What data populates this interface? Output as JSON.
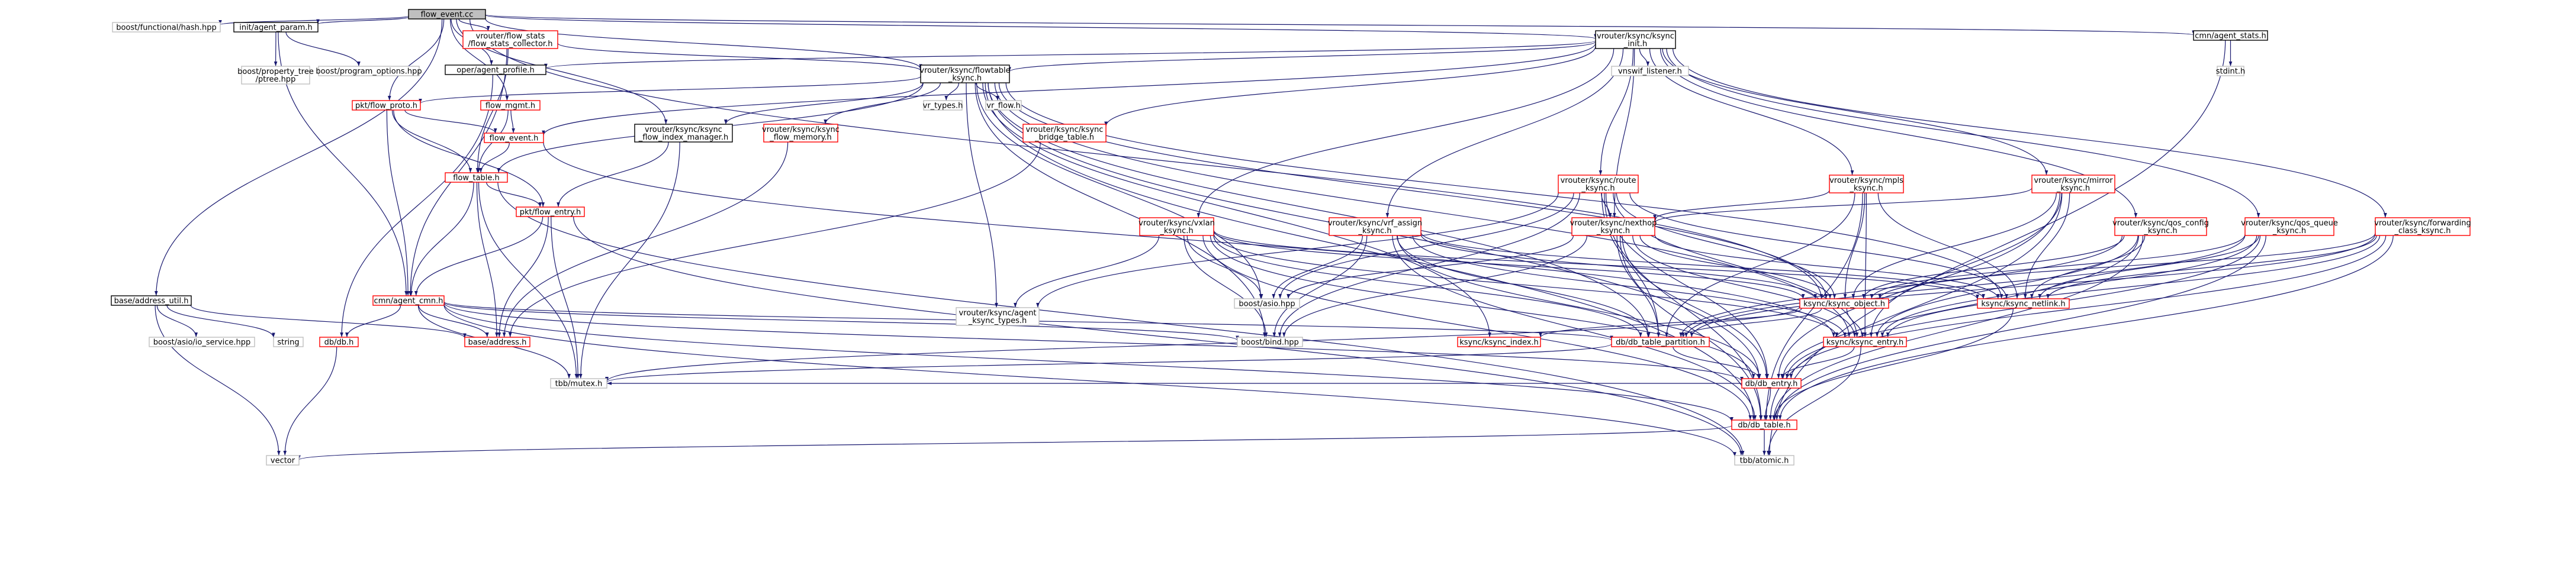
{
  "colors": {
    "root_fill": "#bfbfbf",
    "root_border": "#000000",
    "documented_border": "#000000",
    "missing_border": "#ff0000",
    "external_border": "#bfbfbf",
    "edge": "#191970",
    "background": "#ffffff"
  },
  "nodes": [
    {
      "id": "root",
      "lines": [
        "flow_event.cc"
      ],
      "kind": "root"
    },
    {
      "id": "functional_hash",
      "lines": [
        "boost/functional/hash.hpp"
      ],
      "kind": "external"
    },
    {
      "id": "agent_param",
      "lines": [
        "init/agent_param.h"
      ],
      "kind": "documented"
    },
    {
      "id": "fss_collector",
      "lines": [
        "vrouter/flow_stats",
        "/flow_stats_collector.h"
      ],
      "kind": "missing"
    },
    {
      "id": "agent_profile",
      "lines": [
        "oper/agent_profile.h"
      ],
      "kind": "documented"
    },
    {
      "id": "property_tree",
      "lines": [
        "boost/property_tree",
        "/ptree.hpp"
      ],
      "kind": "external"
    },
    {
      "id": "program_options",
      "lines": [
        "boost/program_options.hpp"
      ],
      "kind": "external"
    },
    {
      "id": "ksync_init",
      "lines": [
        "vrouter/ksync/ksync",
        "_init.h"
      ],
      "kind": "documented"
    },
    {
      "id": "agent_stats",
      "lines": [
        "cmn/agent_stats.h"
      ],
      "kind": "documented"
    },
    {
      "id": "stdint",
      "lines": [
        "stdint.h"
      ],
      "kind": "external"
    },
    {
      "id": "flowtable_ksync",
      "lines": [
        "vrouter/ksync/flowtable",
        "_ksync.h"
      ],
      "kind": "documented"
    },
    {
      "id": "vnsw_listener",
      "lines": [
        "vnswif_listener.h"
      ],
      "kind": "external"
    },
    {
      "id": "pkt_flow_proto",
      "lines": [
        "pkt/flow_proto.h"
      ],
      "kind": "missing"
    },
    {
      "id": "flow_mgmt",
      "lines": [
        "flow_mgmt.h"
      ],
      "kind": "missing"
    },
    {
      "id": "flow_index_manager",
      "lines": [
        "vrouter/ksync/ksync",
        "_flow_index_manager.h"
      ],
      "kind": "documented"
    },
    {
      "id": "flow_memory",
      "lines": [
        "vrouter/ksync/ksync",
        "_flow_memory.h"
      ],
      "kind": "missing"
    },
    {
      "id": "vr_types",
      "lines": [
        "vr_types.h"
      ],
      "kind": "external"
    },
    {
      "id": "vr_flow",
      "lines": [
        "vr_flow.h"
      ],
      "kind": "external"
    },
    {
      "id": "bridge_table",
      "lines": [
        "vrouter/ksync/ksync",
        "_bridge_table.h"
      ],
      "kind": "missing"
    },
    {
      "id": "flow_event_h",
      "lines": [
        "flow_event.h"
      ],
      "kind": "missing"
    },
    {
      "id": "flow_table",
      "lines": [
        "flow_table.h"
      ],
      "kind": "missing"
    },
    {
      "id": "route_ksync",
      "lines": [
        "vrouter/ksync/route",
        "_ksync.h"
      ],
      "kind": "missing"
    },
    {
      "id": "mpls_ksync",
      "lines": [
        "vrouter/ksync/mpls",
        "_ksync.h"
      ],
      "kind": "missing"
    },
    {
      "id": "mirror_ksync",
      "lines": [
        "vrouter/ksync/mirror",
        "_ksync.h"
      ],
      "kind": "missing"
    },
    {
      "id": "pkt_flow_entry",
      "lines": [
        "pkt/flow_entry.h"
      ],
      "kind": "missing"
    },
    {
      "id": "vxlan_ksync",
      "lines": [
        "vrouter/ksync/vxlan",
        "_ksync.h"
      ],
      "kind": "missing"
    },
    {
      "id": "vrf_assign",
      "lines": [
        "vrouter/ksync/vrf_assign",
        "_ksync.h"
      ],
      "kind": "missing"
    },
    {
      "id": "nexthop_ksync",
      "lines": [
        "vrouter/ksync/nexthop",
        "_ksync.h"
      ],
      "kind": "missing"
    },
    {
      "id": "qos_config",
      "lines": [
        "vrouter/ksync/qos_config",
        "_ksync.h"
      ],
      "kind": "missing"
    },
    {
      "id": "qos_queue",
      "lines": [
        "vrouter/ksync/qos_queue",
        "_ksync.h"
      ],
      "kind": "missing"
    },
    {
      "id": "fwd_class",
      "lines": [
        "vrouter/ksync/forwarding",
        "_class_ksync.h"
      ],
      "kind": "missing"
    },
    {
      "id": "address_util",
      "lines": [
        "base/address_util.h"
      ],
      "kind": "documented"
    },
    {
      "id": "agent_cmn",
      "lines": [
        "cmn/agent_cmn.h"
      ],
      "kind": "missing"
    },
    {
      "id": "agent_ksync_types",
      "lines": [
        "vrouter/ksync/agent",
        "_ksync_types.h"
      ],
      "kind": "external"
    },
    {
      "id": "boost_asio",
      "lines": [
        "boost/asio.hpp"
      ],
      "kind": "external"
    },
    {
      "id": "ksync_object",
      "lines": [
        "ksync/ksync_object.h"
      ],
      "kind": "missing"
    },
    {
      "id": "ksync_netlink",
      "lines": [
        "ksync/ksync_netlink.h"
      ],
      "kind": "missing"
    },
    {
      "id": "io_service",
      "lines": [
        "boost/asio/io_service.hpp"
      ],
      "kind": "external"
    },
    {
      "id": "string",
      "lines": [
        "string"
      ],
      "kind": "external"
    },
    {
      "id": "db_h",
      "lines": [
        "db/db.h"
      ],
      "kind": "missing"
    },
    {
      "id": "base_address",
      "lines": [
        "base/address.h"
      ],
      "kind": "missing"
    },
    {
      "id": "boost_bind",
      "lines": [
        "boost/bind.hpp"
      ],
      "kind": "external"
    },
    {
      "id": "ksync_index",
      "lines": [
        "ksync/ksync_index.h"
      ],
      "kind": "missing"
    },
    {
      "id": "db_table_partition",
      "lines": [
        "db/db_table_partition.h"
      ],
      "kind": "missing"
    },
    {
      "id": "ksync_entry",
      "lines": [
        "ksync/ksync_entry.h"
      ],
      "kind": "missing"
    },
    {
      "id": "tbb_mutex",
      "lines": [
        "tbb/mutex.h"
      ],
      "kind": "external"
    },
    {
      "id": "db_entry",
      "lines": [
        "db/db_entry.h"
      ],
      "kind": "missing"
    },
    {
      "id": "db_table",
      "lines": [
        "db/db_table.h"
      ],
      "kind": "missing"
    },
    {
      "id": "vector",
      "lines": [
        "vector"
      ],
      "kind": "external"
    },
    {
      "id": "tbb_atomic",
      "lines": [
        "tbb/atomic.h"
      ],
      "kind": "external"
    }
  ],
  "edges": [
    [
      "root",
      "functional_hash"
    ],
    [
      "root",
      "agent_param"
    ],
    [
      "root",
      "fss_collector"
    ],
    [
      "root",
      "agent_profile"
    ],
    [
      "root",
      "ksync_init"
    ],
    [
      "root",
      "agent_stats"
    ],
    [
      "root",
      "flowtable_ksync"
    ],
    [
      "root",
      "pkt_flow_proto"
    ],
    [
      "root",
      "flow_mgmt"
    ],
    [
      "root",
      "flow_index_manager"
    ],
    [
      "root",
      "address_util"
    ],
    [
      "root",
      "ksync_object"
    ],
    [
      "agent_param",
      "property_tree"
    ],
    [
      "agent_param",
      "program_options"
    ],
    [
      "agent_param",
      "agent_cmn"
    ],
    [
      "fss_collector",
      "flowtable_ksync"
    ],
    [
      "fss_collector",
      "flow_table"
    ],
    [
      "fss_collector",
      "agent_cmn"
    ],
    [
      "agent_profile",
      "db_h"
    ],
    [
      "agent_stats",
      "stdint"
    ],
    [
      "agent_stats",
      "tbb_atomic"
    ],
    [
      "ksync_init",
      "agent_profile"
    ],
    [
      "ksync_init",
      "flowtable_ksync"
    ],
    [
      "ksync_init",
      "vnsw_listener"
    ],
    [
      "ksync_init",
      "bridge_table"
    ],
    [
      "ksync_init",
      "flow_event_h"
    ],
    [
      "ksync_init",
      "route_ksync"
    ],
    [
      "ksync_init",
      "mpls_ksync"
    ],
    [
      "ksync_init",
      "mirror_ksync"
    ],
    [
      "ksync_init",
      "vxlan_ksync"
    ],
    [
      "ksync_init",
      "vrf_assign"
    ],
    [
      "ksync_init",
      "qos_config"
    ],
    [
      "ksync_init",
      "qos_queue"
    ],
    [
      "ksync_init",
      "fwd_class"
    ],
    [
      "ksync_init",
      "nexthop_ksync"
    ],
    [
      "flowtable_ksync",
      "pkt_flow_proto"
    ],
    [
      "flowtable_ksync",
      "flow_table"
    ],
    [
      "flowtable_ksync",
      "flow_memory"
    ],
    [
      "flowtable_ksync",
      "vr_types"
    ],
    [
      "flowtable_ksync",
      "vr_flow"
    ],
    [
      "flowtable_ksync",
      "agent_ksync_types"
    ],
    [
      "flowtable_ksync",
      "ksync_object"
    ],
    [
      "flowtable_ksync",
      "ksync_netlink"
    ],
    [
      "flowtable_ksync",
      "boost_asio"
    ],
    [
      "flowtable_ksync",
      "boost_bind"
    ],
    [
      "flowtable_ksync",
      "db_table_partition"
    ],
    [
      "flowtable_ksync",
      "ksync_entry"
    ],
    [
      "flowtable_ksync",
      "db_entry"
    ],
    [
      "flowtable_ksync",
      "db_table"
    ],
    [
      "flowtable_ksync",
      "flow_index_manager"
    ],
    [
      "flowtable_ksync",
      "ksync_index"
    ],
    [
      "pkt_flow_proto",
      "flow_event_h"
    ],
    [
      "pkt_flow_proto",
      "flow_table"
    ],
    [
      "pkt_flow_proto",
      "agent_cmn"
    ],
    [
      "pkt_flow_proto",
      "pkt_flow_entry"
    ],
    [
      "flow_mgmt",
      "flow_table"
    ],
    [
      "flow_mgmt",
      "flow_event_h"
    ],
    [
      "flow_index_manager",
      "pkt_flow_entry"
    ],
    [
      "flow_index_manager",
      "tbb_mutex"
    ],
    [
      "flow_memory",
      "base_address"
    ],
    [
      "bridge_table",
      "base_address"
    ],
    [
      "flow_event_h",
      "flow_table"
    ],
    [
      "flow_event_h",
      "ksync_entry"
    ],
    [
      "flow_table",
      "pkt_flow_entry"
    ],
    [
      "flow_table",
      "agent_cmn"
    ],
    [
      "flow_table",
      "base_address"
    ],
    [
      "flow_table",
      "tbb_mutex"
    ],
    [
      "flow_table",
      "tbb_atomic"
    ],
    [
      "pkt_flow_entry",
      "agent_cmn"
    ],
    [
      "pkt_flow_entry",
      "base_address"
    ],
    [
      "pkt_flow_entry",
      "tbb_mutex"
    ],
    [
      "pkt_flow_entry",
      "tbb_atomic"
    ],
    [
      "route_ksync",
      "boost_asio"
    ],
    [
      "route_ksync",
      "boost_bind"
    ],
    [
      "route_ksync",
      "agent_ksync_types"
    ],
    [
      "route_ksync",
      "ksync_object"
    ],
    [
      "route_ksync",
      "ksync_netlink"
    ],
    [
      "route_ksync",
      "nexthop_ksync"
    ],
    [
      "route_ksync",
      "db_table_partition"
    ],
    [
      "route_ksync",
      "db_entry"
    ],
    [
      "route_ksync",
      "db_table"
    ],
    [
      "route_ksync",
      "ksync_entry"
    ],
    [
      "mpls_ksync",
      "ksync_object"
    ],
    [
      "mpls_ksync",
      "ksync_netlink"
    ],
    [
      "mpls_ksync",
      "nexthop_ksync"
    ],
    [
      "mpls_ksync",
      "db_table_partition"
    ],
    [
      "mpls_ksync",
      "db_table"
    ],
    [
      "mpls_ksync",
      "ksync_entry"
    ],
    [
      "mirror_ksync",
      "nexthop_ksync"
    ],
    [
      "mirror_ksync",
      "ksync_object"
    ],
    [
      "mirror_ksync",
      "ksync_netlink"
    ],
    [
      "mirror_ksync",
      "ksync_entry"
    ],
    [
      "mirror_ksync",
      "db_entry"
    ],
    [
      "mirror_ksync",
      "db_table"
    ],
    [
      "vxlan_ksync",
      "agent_ksync_types"
    ],
    [
      "vxlan_ksync",
      "boost_asio"
    ],
    [
      "vxlan_ksync",
      "boost_bind"
    ],
    [
      "vxlan_ksync",
      "ksync_object"
    ],
    [
      "vxlan_ksync",
      "ksync_netlink"
    ],
    [
      "vxlan_ksync",
      "db_table_partition"
    ],
    [
      "vxlan_ksync",
      "ksync_entry"
    ],
    [
      "vxlan_ksync",
      "db_entry"
    ],
    [
      "vxlan_ksync",
      "db_table"
    ],
    [
      "vrf_assign",
      "boost_asio"
    ],
    [
      "vrf_assign",
      "boost_bind"
    ],
    [
      "vrf_assign",
      "ksync_object"
    ],
    [
      "vrf_assign",
      "ksync_netlink"
    ],
    [
      "vrf_assign",
      "db_table_partition"
    ],
    [
      "vrf_assign",
      "ksync_entry"
    ],
    [
      "vrf_assign",
      "db_entry"
    ],
    [
      "vrf_assign",
      "db_table"
    ],
    [
      "nexthop_ksync",
      "boost_asio"
    ],
    [
      "nexthop_ksync",
      "boost_bind"
    ],
    [
      "nexthop_ksync",
      "ksync_object"
    ],
    [
      "nexthop_ksync",
      "ksync_netlink"
    ],
    [
      "nexthop_ksync",
      "db_table_partition"
    ],
    [
      "nexthop_ksync",
      "ksync_entry"
    ],
    [
      "nexthop_ksync",
      "db_entry"
    ],
    [
      "nexthop_ksync",
      "db_table"
    ],
    [
      "qos_config",
      "ksync_object"
    ],
    [
      "qos_config",
      "ksync_netlink"
    ],
    [
      "qos_config",
      "ksync_entry"
    ],
    [
      "qos_config",
      "db_table_partition"
    ],
    [
      "qos_config",
      "db_entry"
    ],
    [
      "qos_config",
      "db_table"
    ],
    [
      "qos_queue",
      "ksync_object"
    ],
    [
      "qos_queue",
      "ksync_netlink"
    ],
    [
      "qos_queue",
      "ksync_entry"
    ],
    [
      "qos_queue",
      "db_table_partition"
    ],
    [
      "qos_queue",
      "db_entry"
    ],
    [
      "qos_queue",
      "db_table"
    ],
    [
      "fwd_class",
      "ksync_object"
    ],
    [
      "fwd_class",
      "ksync_netlink"
    ],
    [
      "fwd_class",
      "ksync_entry"
    ],
    [
      "fwd_class",
      "db_table_partition"
    ],
    [
      "fwd_class",
      "db_entry"
    ],
    [
      "fwd_class",
      "db_table"
    ],
    [
      "address_util",
      "io_service"
    ],
    [
      "address_util",
      "string"
    ],
    [
      "address_util",
      "vector"
    ],
    [
      "address_util",
      "base_address"
    ],
    [
      "agent_cmn",
      "db_h"
    ],
    [
      "agent_cmn",
      "base_address"
    ],
    [
      "agent_cmn",
      "boost_bind"
    ],
    [
      "agent_cmn",
      "tbb_mutex"
    ],
    [
      "agent_cmn",
      "db_table_partition"
    ],
    [
      "agent_cmn",
      "db_entry"
    ],
    [
      "agent_cmn",
      "db_table"
    ],
    [
      "agent_cmn",
      "tbb_atomic"
    ],
    [
      "ksync_object",
      "ksync_index"
    ],
    [
      "ksync_object",
      "ksync_entry"
    ],
    [
      "ksync_object",
      "db_table_partition"
    ],
    [
      "ksync_object",
      "tbb_mutex"
    ],
    [
      "ksync_netlink",
      "db_table"
    ],
    [
      "db_h",
      "vector"
    ],
    [
      "db_table_partition",
      "tbb_mutex"
    ],
    [
      "db_table_partition",
      "db_entry"
    ],
    [
      "ksync_entry",
      "db_entry"
    ],
    [
      "ksync_entry",
      "tbb_atomic"
    ],
    [
      "db_entry",
      "db_table"
    ],
    [
      "db_entry",
      "tbb_mutex"
    ],
    [
      "db_table",
      "vector"
    ],
    [
      "db_table",
      "tbb_atomic"
    ]
  ]
}
